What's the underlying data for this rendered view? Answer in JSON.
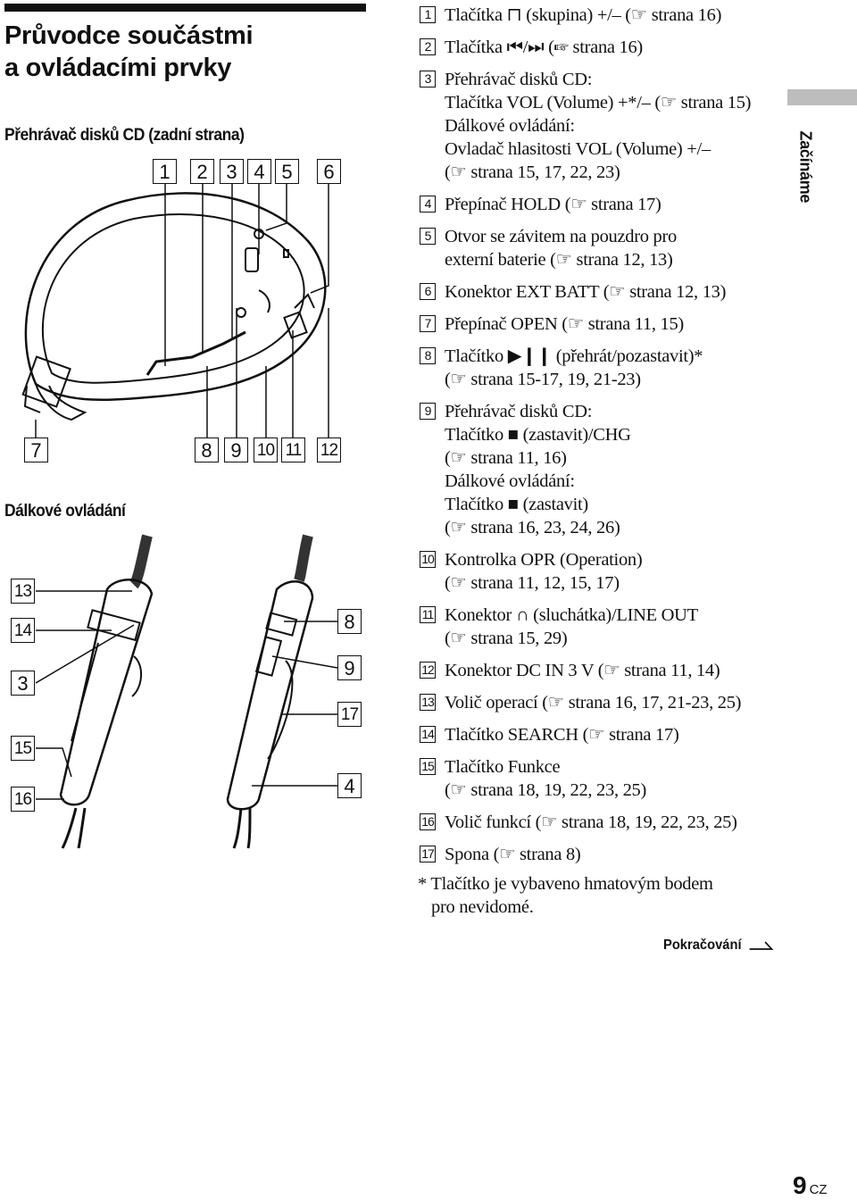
{
  "page": {
    "title_line1": "Průvodce součástmi",
    "title_line2": "a ovládacími prvky",
    "subheading_player": "Přehrávač disků CD (zadní strana)",
    "subheading_remote": "Dálkové ovládání",
    "side_tab": "Začínáme",
    "continued": "Pokračování",
    "page_number": "9",
    "page_suffix": "CZ"
  },
  "callouts": {
    "player_top": [
      "1",
      "2",
      "3",
      "4",
      "5",
      "6"
    ],
    "player_left": "7",
    "player_bottom": [
      "8",
      "9",
      "10",
      "11",
      "12"
    ],
    "remote_left": [
      "13",
      "14",
      "3",
      "15",
      "16"
    ],
    "remote_right": [
      "8",
      "9",
      "17",
      "4"
    ]
  },
  "items": [
    {
      "n": "1",
      "text": "Tlačítka ⊓ (skupina) +/– (☞ strana 16)"
    },
    {
      "n": "2",
      "text": "Tlačítka ⏮/⏭ (☞ strana 16)"
    },
    {
      "n": "3",
      "text": "Přehrávač disků CD:\nTlačítka VOL (Volume) +*/– (☞ strana 15)\nDálkové ovládání:\nOvladač hlasitosti VOL (Volume) +/–\n(☞ strana 15, 17, 22, 23)"
    },
    {
      "n": "4",
      "text": "Přepínač HOLD (☞ strana 17)"
    },
    {
      "n": "5",
      "text": "Otvor se závitem na pouzdro pro\nexterní baterie (☞ strana 12, 13)"
    },
    {
      "n": "6",
      "text": "Konektor EXT BATT (☞ strana 12, 13)"
    },
    {
      "n": "7",
      "text": "Přepínač OPEN (☞ strana 11, 15)"
    },
    {
      "n": "8",
      "text": "Tlačítko ▶❙❙ (přehrát/pozastavit)*\n(☞ strana 15-17, 19, 21-23)"
    },
    {
      "n": "9",
      "text": "Přehrávač disků CD:\nTlačítko ■ (zastavit)/CHG\n(☞ strana 11, 16)\nDálkové ovládání:\nTlačítko ■ (zastavit)\n(☞ strana 16, 23, 24, 26)"
    },
    {
      "n": "10",
      "text": "Kontrolka OPR (Operation)\n(☞ strana 11, 12, 15, 17)"
    },
    {
      "n": "11",
      "text": "Konektor ∩ (sluchátka)/LINE OUT\n(☞ strana 15, 29)"
    },
    {
      "n": "12",
      "text": "Konektor DC IN 3 V (☞ strana 11, 14)"
    },
    {
      "n": "13",
      "text": "Volič operací (☞ strana 16, 17, 21-23, 25)"
    },
    {
      "n": "14",
      "text": "Tlačítko SEARCH (☞ strana 17)"
    },
    {
      "n": "15",
      "text": "Tlačítko Funkce\n(☞ strana 18, 19, 22, 23, 25)"
    },
    {
      "n": "16",
      "text": "Volič funkcí (☞ strana 18, 19, 22, 23, 25)"
    },
    {
      "n": "17",
      "text": "Spona (☞ strana 8)"
    }
  ],
  "footnote_line1": "* Tlačítko je vybaveno hmatovým bodem",
  "footnote_line2": "pro nevidomé."
}
